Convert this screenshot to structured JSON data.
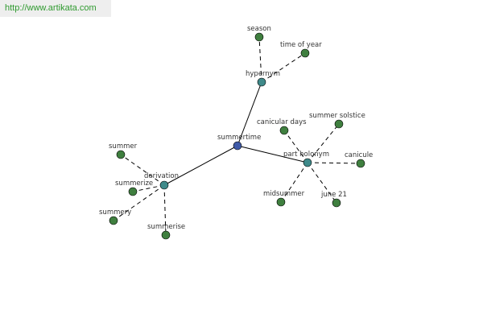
{
  "banner": {
    "url": "http://www.artikata.com"
  },
  "colors": {
    "root": "#3f5aa8",
    "relation": "#3f8a8a",
    "leaf": "#3f7f3f",
    "edge": "#000000"
  },
  "nodes": {
    "root": {
      "label": "summertime"
    },
    "hypernym": {
      "label": "hypernym"
    },
    "part_holonym": {
      "label": "part holonym"
    },
    "derivation": {
      "label": "derivation"
    },
    "season": {
      "label": "season"
    },
    "time_of_year": {
      "label": "time of year"
    },
    "canicular_days": {
      "label": "canicular days"
    },
    "summer_solstice": {
      "label": "summer solstice"
    },
    "canicule": {
      "label": "canicule"
    },
    "midsummer": {
      "label": "midsummer"
    },
    "june_21": {
      "label": "june 21"
    },
    "summer": {
      "label": "summer"
    },
    "summerize": {
      "label": "summerize"
    },
    "summery": {
      "label": "summery"
    },
    "summerise": {
      "label": "summerise"
    }
  }
}
